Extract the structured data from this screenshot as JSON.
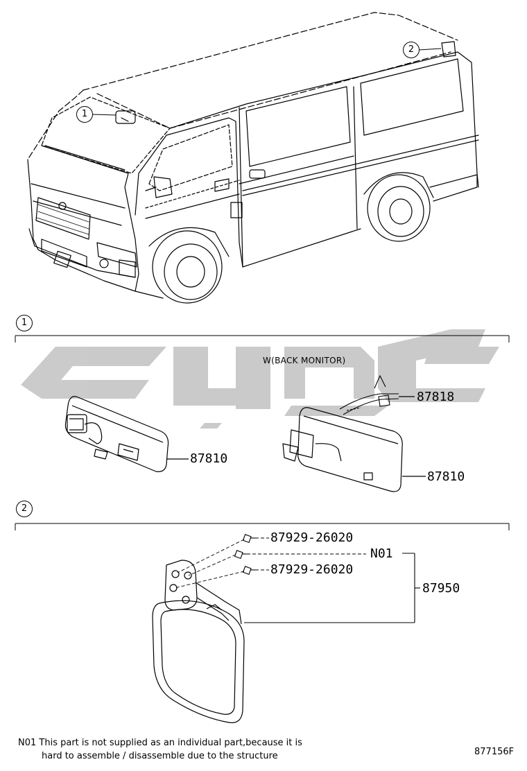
{
  "callouts": {
    "van_1": "1",
    "van_2": "2",
    "section_1": "1",
    "section_2": "2"
  },
  "section1": {
    "variant_label": "W(BACK MONITOR)",
    "part_left_mirror": "87810",
    "part_wire": "87818",
    "part_right_mirror": "87810"
  },
  "section2": {
    "part_bolt_top": "87929-26020",
    "part_bolt_bottom": "87929-26020",
    "part_n01": "N01",
    "part_assembly": "87950"
  },
  "footnote": {
    "line1": "N01 This part is not supplied as an individual part,because it is",
    "line2": "hard to assemble / disassemble due to the structure"
  },
  "figure_code": "877156F",
  "watermark_color": "#c8c8c8"
}
